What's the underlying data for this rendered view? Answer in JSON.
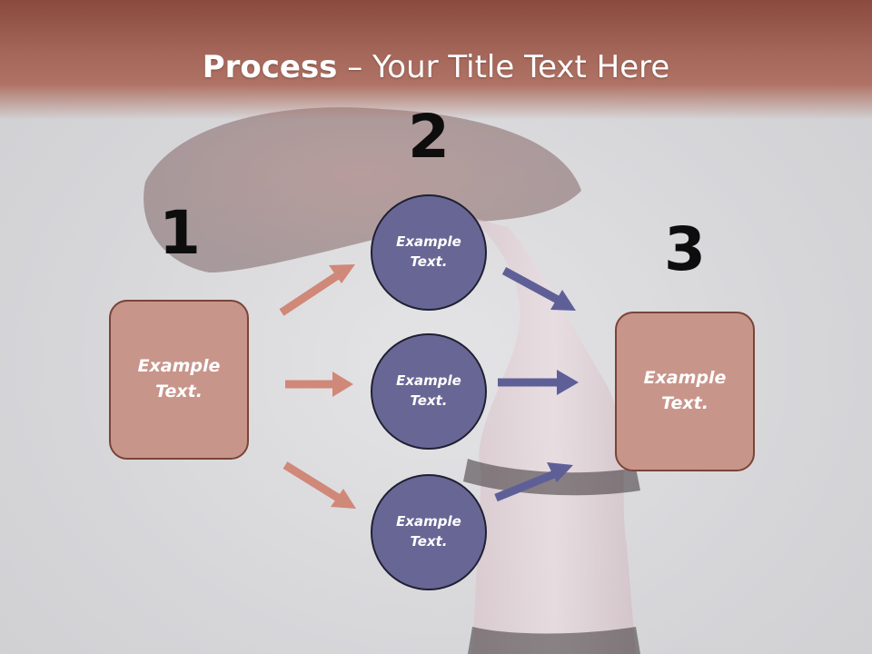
{
  "title": {
    "bold": "Process",
    "rest": " – Your Title Text Here"
  },
  "steps": [
    {
      "number": "1"
    },
    {
      "number": "2"
    },
    {
      "number": "3"
    }
  ],
  "boxes": {
    "left": {
      "text": "Example\nText."
    },
    "right": {
      "text": "Example\nText."
    }
  },
  "circles": [
    {
      "text": "Example\nText."
    },
    {
      "text": "Example\nText."
    },
    {
      "text": "Example\nText."
    }
  ],
  "colors": {
    "header": "#a5675a",
    "box_fill": "#c8958a",
    "box_border": "#7a4438",
    "circle_fill": "#686694",
    "arrow_left": "#d08878",
    "arrow_right": "#5f5f98"
  }
}
